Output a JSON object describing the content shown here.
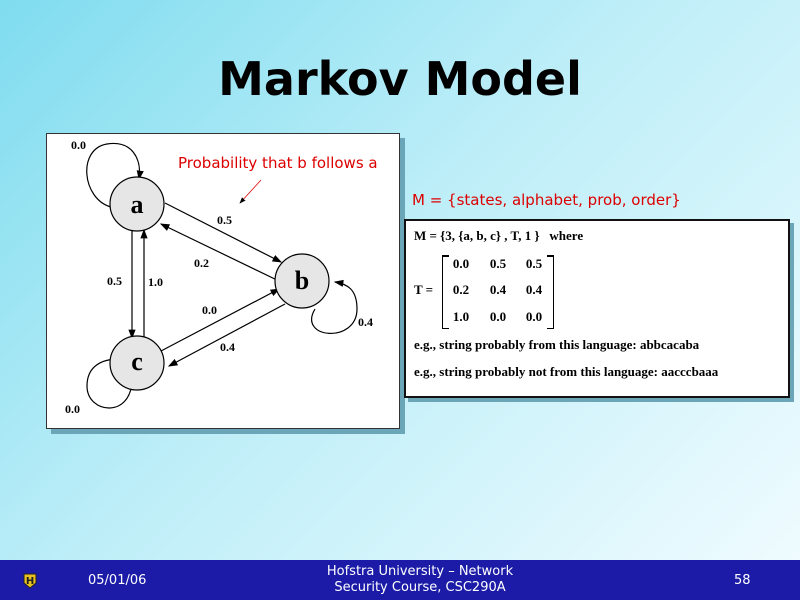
{
  "title": "Markov Model",
  "diagram": {
    "nodes": [
      "a",
      "b",
      "c"
    ],
    "edges": {
      "a_a": "0.0",
      "a_b": "0.5",
      "b_a": "0.2",
      "a_c": "0.5",
      "c_a": "1.0",
      "c_b": "0.0",
      "b_c": "0.4",
      "b_b": "0.4",
      "c_c": "0.0"
    },
    "callout": "Probability that b follows a"
  },
  "definition": "M = {states, alphabet, prob, order}",
  "box": {
    "line1": "M = {3, {a, b, c} , T, 1 }   where",
    "t_label": "T =",
    "matrix": [
      [
        "0.0",
        "0.5",
        "0.5"
      ],
      [
        "0.2",
        "0.4",
        "0.4"
      ],
      [
        "1.0",
        "0.0",
        "0.0"
      ]
    ],
    "example1": "e.g., string probably from this language: abbcacaba",
    "example2": "e.g., string probably not from this language: aacccbaaa"
  },
  "footer": {
    "date": "05/01/06",
    "course_line1": "Hofstra University – Network",
    "course_line2": "Security Course, CSC290A",
    "page": "58"
  }
}
